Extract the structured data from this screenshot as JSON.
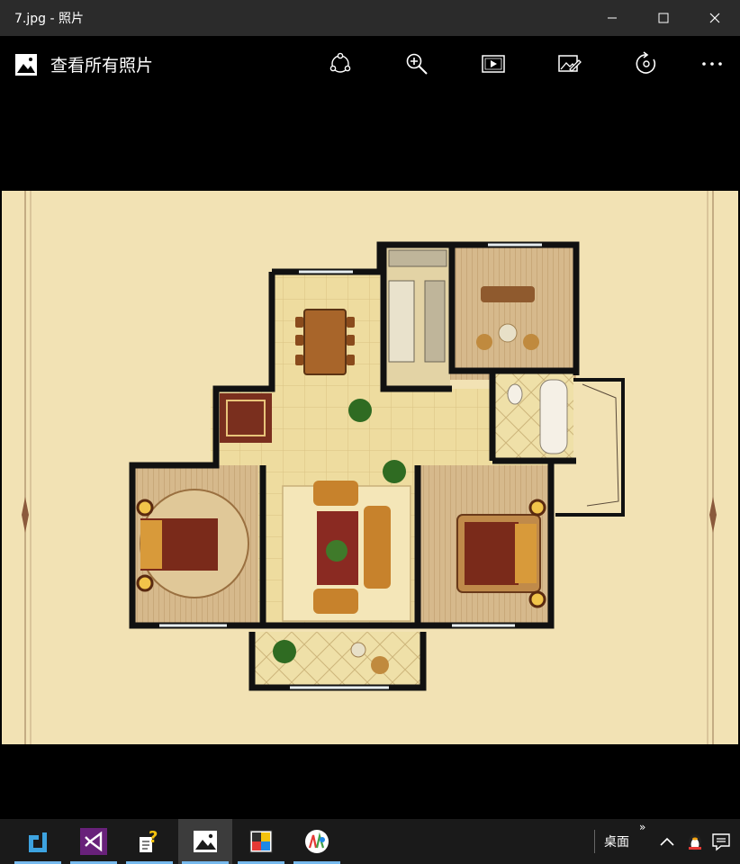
{
  "window": {
    "title": "7.jpg - 照片"
  },
  "toolbar": {
    "all_photos_label": "查看所有照片",
    "buttons": [
      "share-icon",
      "zoom-icon",
      "slideshow-icon",
      "edit-icon",
      "rotate-icon",
      "more-icon"
    ]
  },
  "taskbar": {
    "apps": [
      "dev-tool-icon",
      "visual-studio-icon",
      "tips-icon",
      "photos-icon",
      "paint-icon",
      "media-icon"
    ],
    "desktop_label": "桌面",
    "desktop_more": "»",
    "active_app": "photos-icon",
    "accent_color": "#76b9ed"
  },
  "photo": {
    "background_color": "#f2e2b4",
    "wall_color": "#111111"
  }
}
